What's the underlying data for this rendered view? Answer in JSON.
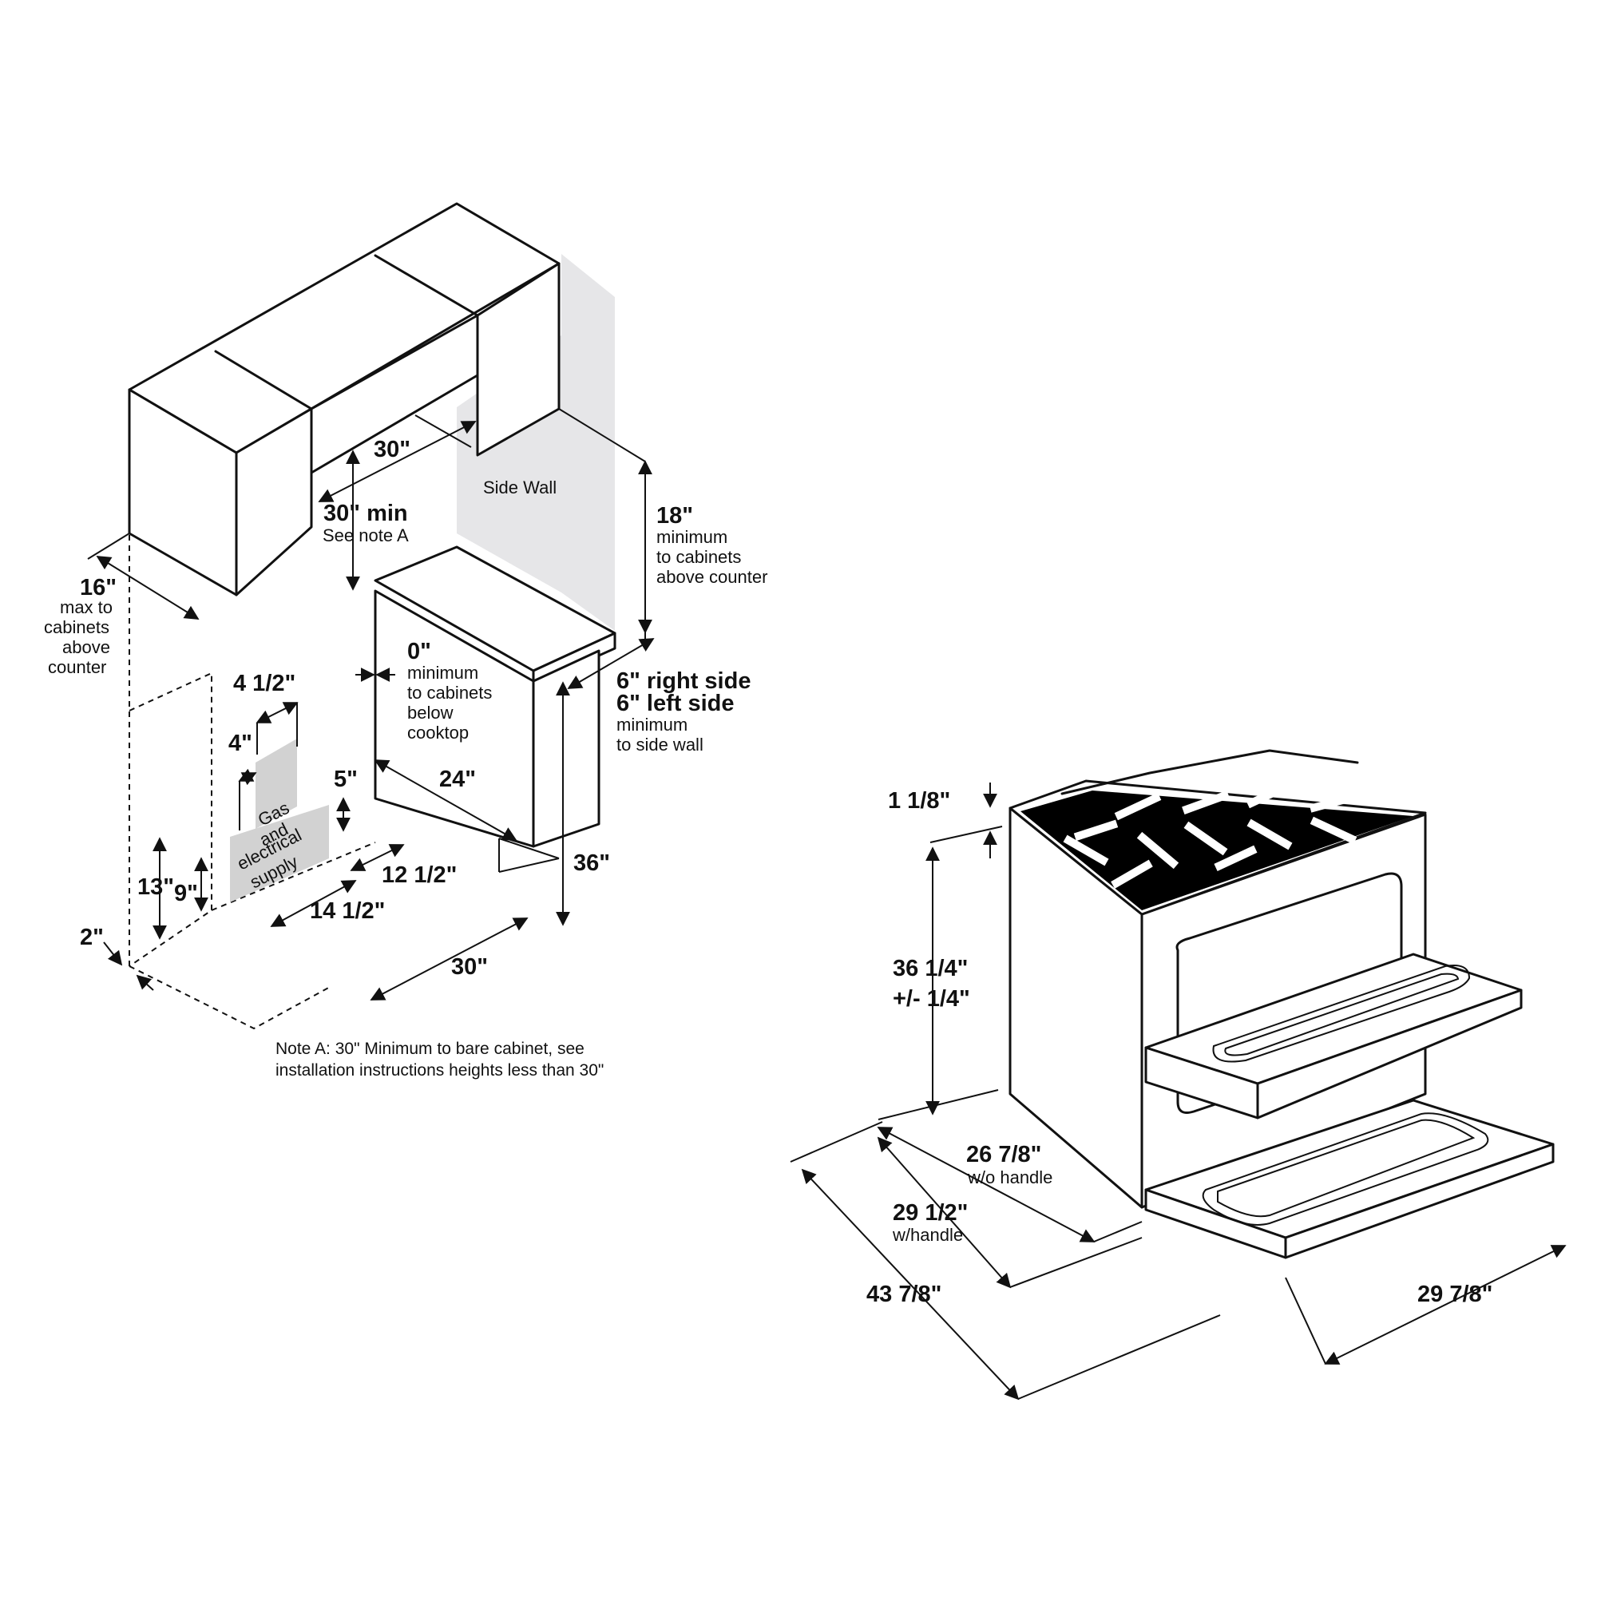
{
  "colors": {
    "line": "#111111",
    "side_wall": "#e6e6e8",
    "supply_box": "#d2d2d2",
    "background": "#ffffff"
  },
  "installation": {
    "width_30_top": "30\"",
    "clearance_30_min": "30\" min",
    "see_note_a": "See note A",
    "side_wall": "Side Wall",
    "upper_16": "16\"",
    "upper_16_desc": [
      "max to",
      "cabinets",
      "above",
      "counter"
    ],
    "upper_18": "18\"",
    "upper_18_desc": [
      "minimum",
      "to cabinets",
      "above counter"
    ],
    "zero": "0\"",
    "zero_desc": [
      "minimum",
      "to cabinets",
      "below",
      "cooktop"
    ],
    "side_6_right": "6\" right side",
    "side_6_left": "6\" left side",
    "side_6_desc": [
      "minimum",
      "to side wall"
    ],
    "d_4_1_2": "4 1/2\"",
    "d_4": "4\"",
    "d_24": "24\"",
    "d_5": "5\"",
    "supply_label": [
      "Gas",
      "and",
      "electrical",
      "supply"
    ],
    "d_13": "13\"",
    "d_9": "9\"",
    "d_12_1_2": "12 1/2\"",
    "d_36": "36\"",
    "d_14_1_2": "14 1/2\"",
    "d_2": "2\"",
    "d_30_bottom": "30\"",
    "note_line1": "Note A: 30\" Minimum to bare cabinet, see",
    "note_line2": "installation instructions heights less than 30\""
  },
  "range": {
    "top_1_1_8": "1 1/8\"",
    "height": "36 1/4\"",
    "height_tol": "+/- 1/4\"",
    "depth_wo": "26 7/8\"",
    "depth_wo_sub": "w/o handle",
    "depth_w": "29 1/2\"",
    "depth_w_sub": "w/handle",
    "depth_open": "43 7/8\"",
    "width": "29 7/8\""
  }
}
